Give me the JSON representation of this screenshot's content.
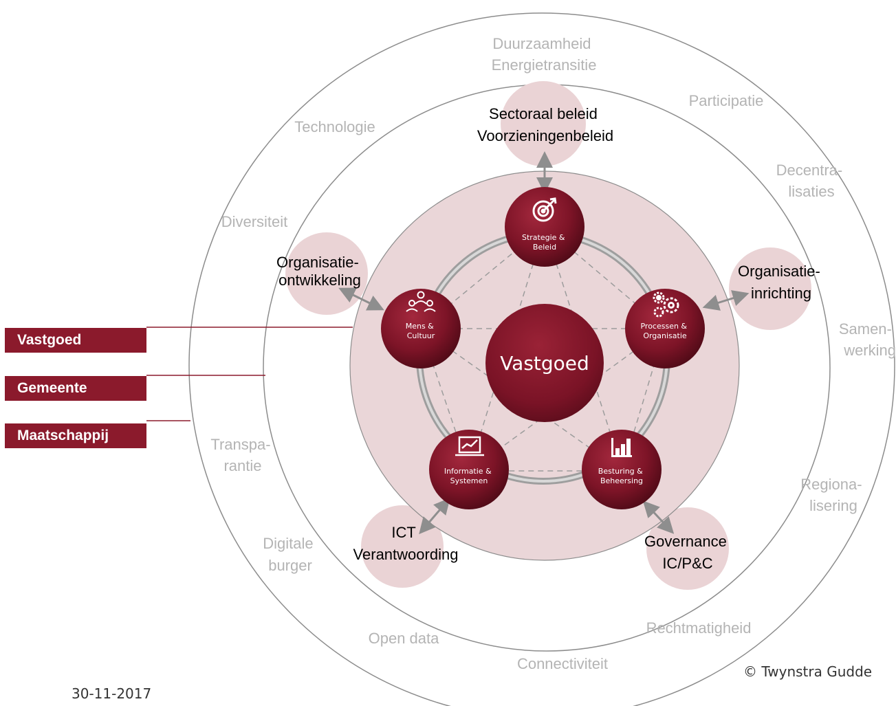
{
  "layers": {
    "vastgoed": "Vastgoed",
    "gemeente": "Gemeente",
    "maatschappij": "Maatschappij"
  },
  "center": {
    "label": "Vastgoed"
  },
  "pillars": {
    "strategie": [
      "Strategie &",
      "Beleid"
    ],
    "processen": [
      "Processen &",
      "Organisatie"
    ],
    "besturing": [
      "Besturing &",
      "Beheersing"
    ],
    "informatie": [
      "Informatie &",
      "Systemen"
    ],
    "mens": [
      "Mens &",
      "Cultuur"
    ]
  },
  "topics": {
    "sectoraal": [
      "Sectoraal beleid",
      "Voorzieningenbeleid"
    ],
    "organisatieinrichting": [
      "Organisatie-",
      "inrichting"
    ],
    "governance": [
      "Governance",
      "IC/P&C"
    ],
    "ict": [
      "ICT",
      "Verantwoording"
    ],
    "organisatieontwikkeling": [
      "Organisatie-",
      "ontwikkeling"
    ]
  },
  "gemeente_themes": {
    "participatie": "Participatie",
    "decentralisaties": [
      "Decentra-",
      "lisaties"
    ],
    "regionalisering": [
      "Regiona-",
      "lisering"
    ],
    "rechtmatigheid": "Rechtmatigheid",
    "transparantie": [
      "Transpa-",
      "rantie"
    ],
    "diversiteit": "Diversiteit"
  },
  "maatschappij_themes": {
    "duurzaamheid": [
      "Duurzaamheid",
      "Energietransitie"
    ],
    "technologie": "Technologie",
    "samenwerking": [
      "Samen-",
      "werking"
    ],
    "connectiviteit": "Connectiviteit",
    "open_data": "Open data",
    "digitale_burger": [
      "Digitale",
      "burger"
    ]
  },
  "footer": {
    "date": "30-11-2017",
    "copyright": "© Twynstra Gudde"
  },
  "colors": {
    "accent": "#8b1a2c",
    "inner_disc": "#ead6d8",
    "topic_bubble": "#ead3d5",
    "theme_text": "#b4b4b4"
  }
}
